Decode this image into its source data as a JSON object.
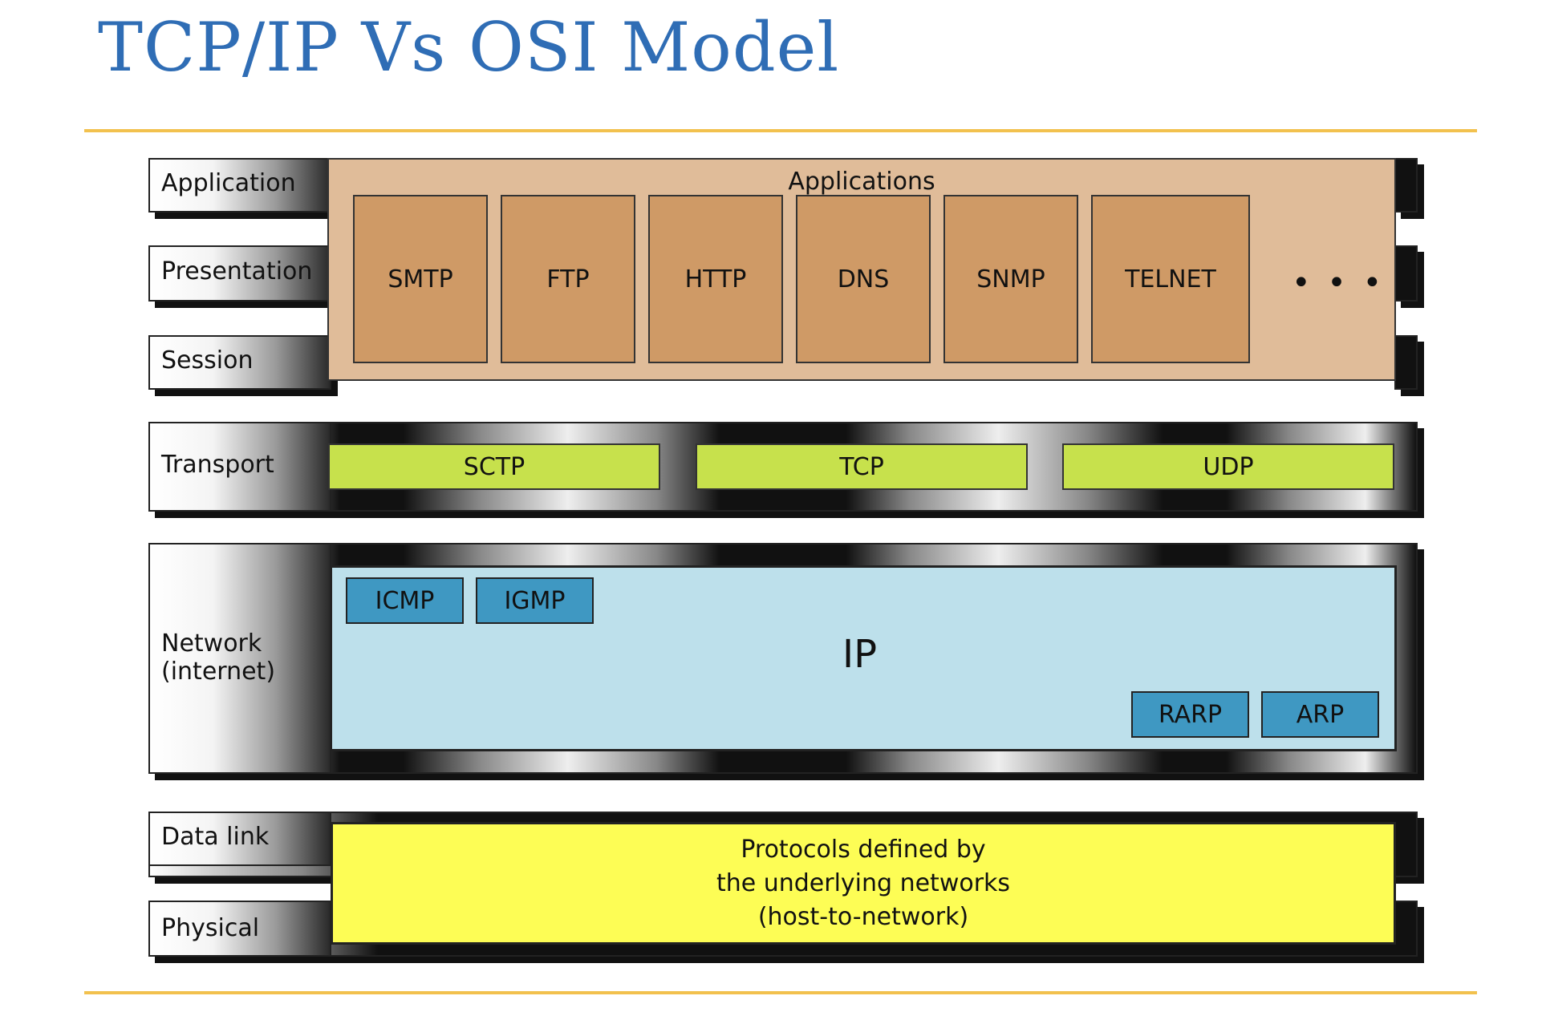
{
  "title": "TCP/IP Vs OSI Model",
  "osi_layers": {
    "application": "Application",
    "presentation": "Presentation",
    "session": "Session",
    "transport": "Transport",
    "network_line1": "Network",
    "network_line2": "(internet)",
    "data_link": "Data link",
    "physical": "Physical"
  },
  "applications": {
    "heading": "Applications",
    "protocols": [
      "SMTP",
      "FTP",
      "HTTP",
      "DNS",
      "SNMP",
      "TELNET"
    ],
    "more": "• • •"
  },
  "transport": {
    "protocols": [
      "SCTP",
      "TCP",
      "UDP"
    ]
  },
  "network": {
    "main": "IP",
    "upper": [
      "ICMP",
      "IGMP"
    ],
    "lower": [
      "RARP",
      "ARP"
    ]
  },
  "host_to_network": {
    "line1": "Protocols defined by",
    "line2": "the underlying networks",
    "line3": "(host-to-network)"
  },
  "colors": {
    "title": "#2f6db5",
    "rule": "#f2c14e",
    "applications_bg": "#e0bc99",
    "app_protocol": "#cf9a66",
    "transport_protocol": "#c7e14c",
    "ip_bg": "#bde0eb",
    "network_protocol": "#3f98c2",
    "host_to_network_bg": "#fdfd55"
  }
}
